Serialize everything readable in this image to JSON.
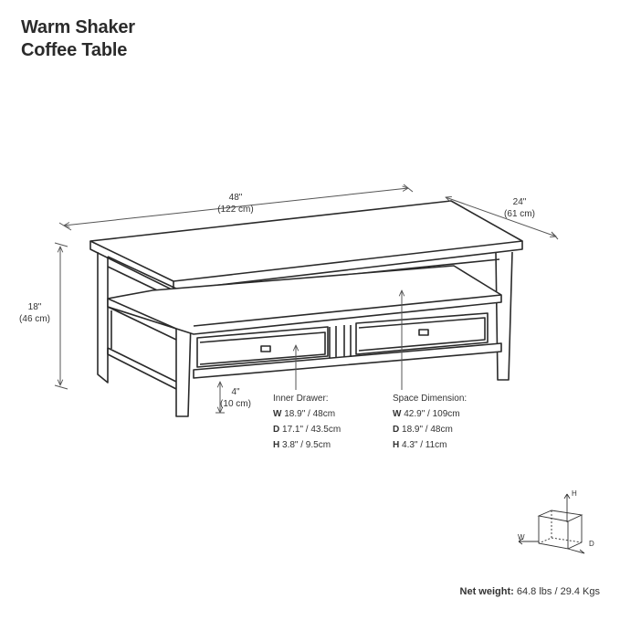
{
  "title": {
    "line1": "Warm Shaker",
    "line2": "Coffee Table"
  },
  "dimensions": {
    "width_in": "48\"",
    "width_cm": "(122 cm)",
    "depth_in": "24\"",
    "depth_cm": "(61 cm)",
    "height_in": "18\"",
    "height_cm": "(46 cm)",
    "clearance_in": "4\"",
    "clearance_cm": "(10 cm)"
  },
  "inner_drawer": {
    "heading": "Inner Drawer:",
    "rows": [
      {
        "key": "W",
        "value": "18.9\" / 48cm"
      },
      {
        "key": "D",
        "value": "17.1\" / 43.5cm"
      },
      {
        "key": "H",
        "value": "3.8\" / 9.5cm"
      }
    ]
  },
  "space_dimension": {
    "heading": "Space Dimension:",
    "rows": [
      {
        "key": "W",
        "value": "42.9\" / 109cm"
      },
      {
        "key": "D",
        "value": "18.9\" / 48cm"
      },
      {
        "key": "H",
        "value": "4.3\" / 11cm"
      }
    ]
  },
  "axis_legend": {
    "h": "H",
    "w": "W",
    "d": "D"
  },
  "net_weight": {
    "label": "Net weight:",
    "value": "64.8 lbs / 29.4 Kgs"
  },
  "colors": {
    "line": "#2a2a2a",
    "dim_line": "#555555",
    "text": "#333333"
  }
}
